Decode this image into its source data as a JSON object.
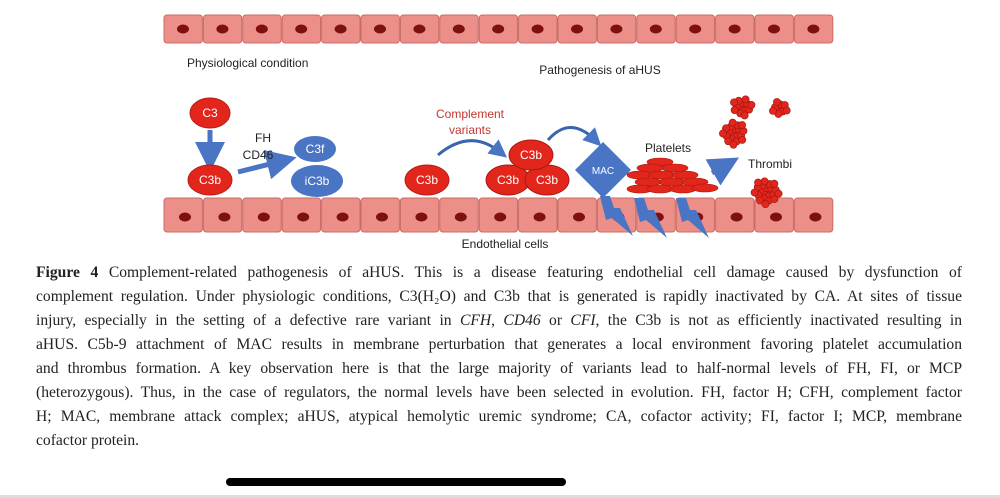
{
  "figure": {
    "physiological_label": "Physiological condition",
    "pathogenesis_label": "Pathogenesis of aHUS",
    "endothelial_label": "Endothelial cells",
    "c3": "C3",
    "c3b": "C3b",
    "regulators_line1": "FH",
    "regulators_line2": "CD46",
    "c3f": "C3f",
    "ic3b": "iC3b",
    "complement_variants_line1": "Complement",
    "complement_variants_line2": "variants",
    "mac": "MAC",
    "platelets": "Platelets",
    "thrombi": "Thrombi",
    "colors": {
      "red": "#e3261c",
      "blue": "#4a74c4",
      "cell": "#ec8f89",
      "nucleus": "#7d1010",
      "variant_text": "#c4382e"
    }
  },
  "caption": {
    "label": "Figure 4",
    "line1": " Complement-related pathogenesis of aHUS. This is a disease featuring endothelial cell damage caused by dysfunction of",
    "line2": "complement regulation. Under physiologic conditions, C3(H₂O) and C3b that is generated is rapidly inactivated by CA. At sites of tissue",
    "line3a": "injury, especially in the setting of a defective rare variant in ",
    "line3_cfh": "CFH",
    "line3b": ", ",
    "line3_cd46": "CD46",
    "line3c": " or ",
    "line3_cfi": "CFI",
    "line3d": ", the C3b is not as efficiently inactivated resulting in",
    "line4": "aHUS. C5b-9 attachment of MAC results in membrane perturbation that generates a local environment favoring platelet accumulation",
    "line5": "and thrombus formation. A key observation here is that the large majority of variants lead to half-normal levels of FH, FI, or MCP",
    "line6": "(heterozygous). Thus, in the case of regulators, the normal levels have been selected in evolution. FH, factor H; CFH, complement factor",
    "line7": "H; MAC, membrane attack complex; aHUS, atypical hemolytic uremic syndrome; CA, cofactor activity; FI, factor I; MCP, membrane",
    "line8": "cofactor protein."
  }
}
